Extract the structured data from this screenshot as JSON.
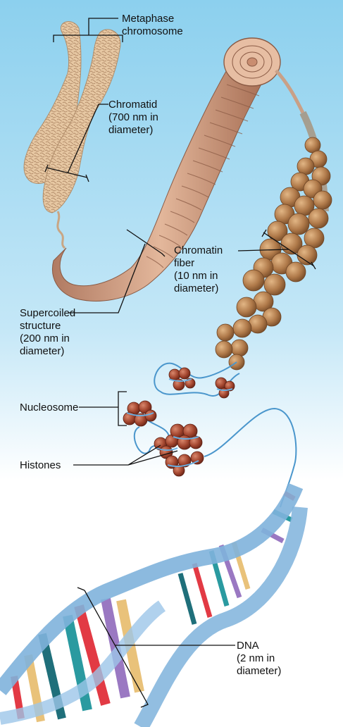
{
  "labels": {
    "metaphase": "Metaphase\nchromosome",
    "chromatid": "Chromatid\n(700 nm in\ndiameter)",
    "chromatin": "Chromatin\nfiber\n(10 nm in\n diameter)",
    "supercoiled": "Supercoiled\nstructure\n(200 nm in\ndiameter)",
    "nucleosome": "Nucleosome",
    "histones": "Histones",
    "dna": "DNA\n(2 nm in\ndiameter)"
  },
  "colors": {
    "background_top": "#8cd0ee",
    "background_bottom": "#ffffff",
    "chromosome": "#e6c7a2",
    "coil": "#d4a084",
    "chromatin_bead": "#b07a4a",
    "histone": "#a2452e",
    "dna_strand": "#7fb3dc",
    "base_pairs": [
      "#e23a44",
      "#2a9aa0",
      "#9a78c2",
      "#e9c27a",
      "#1f6f7a"
    ]
  }
}
